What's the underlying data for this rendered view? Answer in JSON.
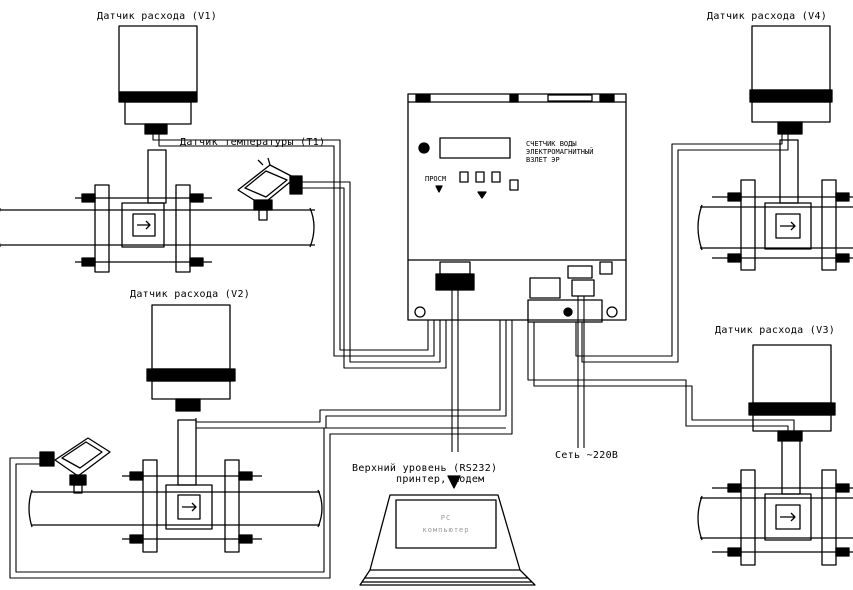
{
  "labels": {
    "sensor_v1": "Датчик расхода (V1)",
    "sensor_v2": "Датчик расхода (V2)",
    "sensor_v3": "Датчик расхода (V3)",
    "sensor_v4": "Датчик расхода (V4)",
    "temp_sensor": "Датчик температуры (T1)",
    "upper_level": "Верхний уровень (RS232)",
    "printer_modem": "принтер, модем",
    "mains": "Сеть ~220В",
    "pc_line1": "PC",
    "pc_line2": "компьютер",
    "panel_line1": "СЧЕТЧИК ВОДЫ",
    "panel_line2": "ЭЛЕКТРОМАГНИТНЫЙ",
    "panel_line3": "ВЗЛЕТ ЭР",
    "panel_btn": "ПРОСМ"
  }
}
